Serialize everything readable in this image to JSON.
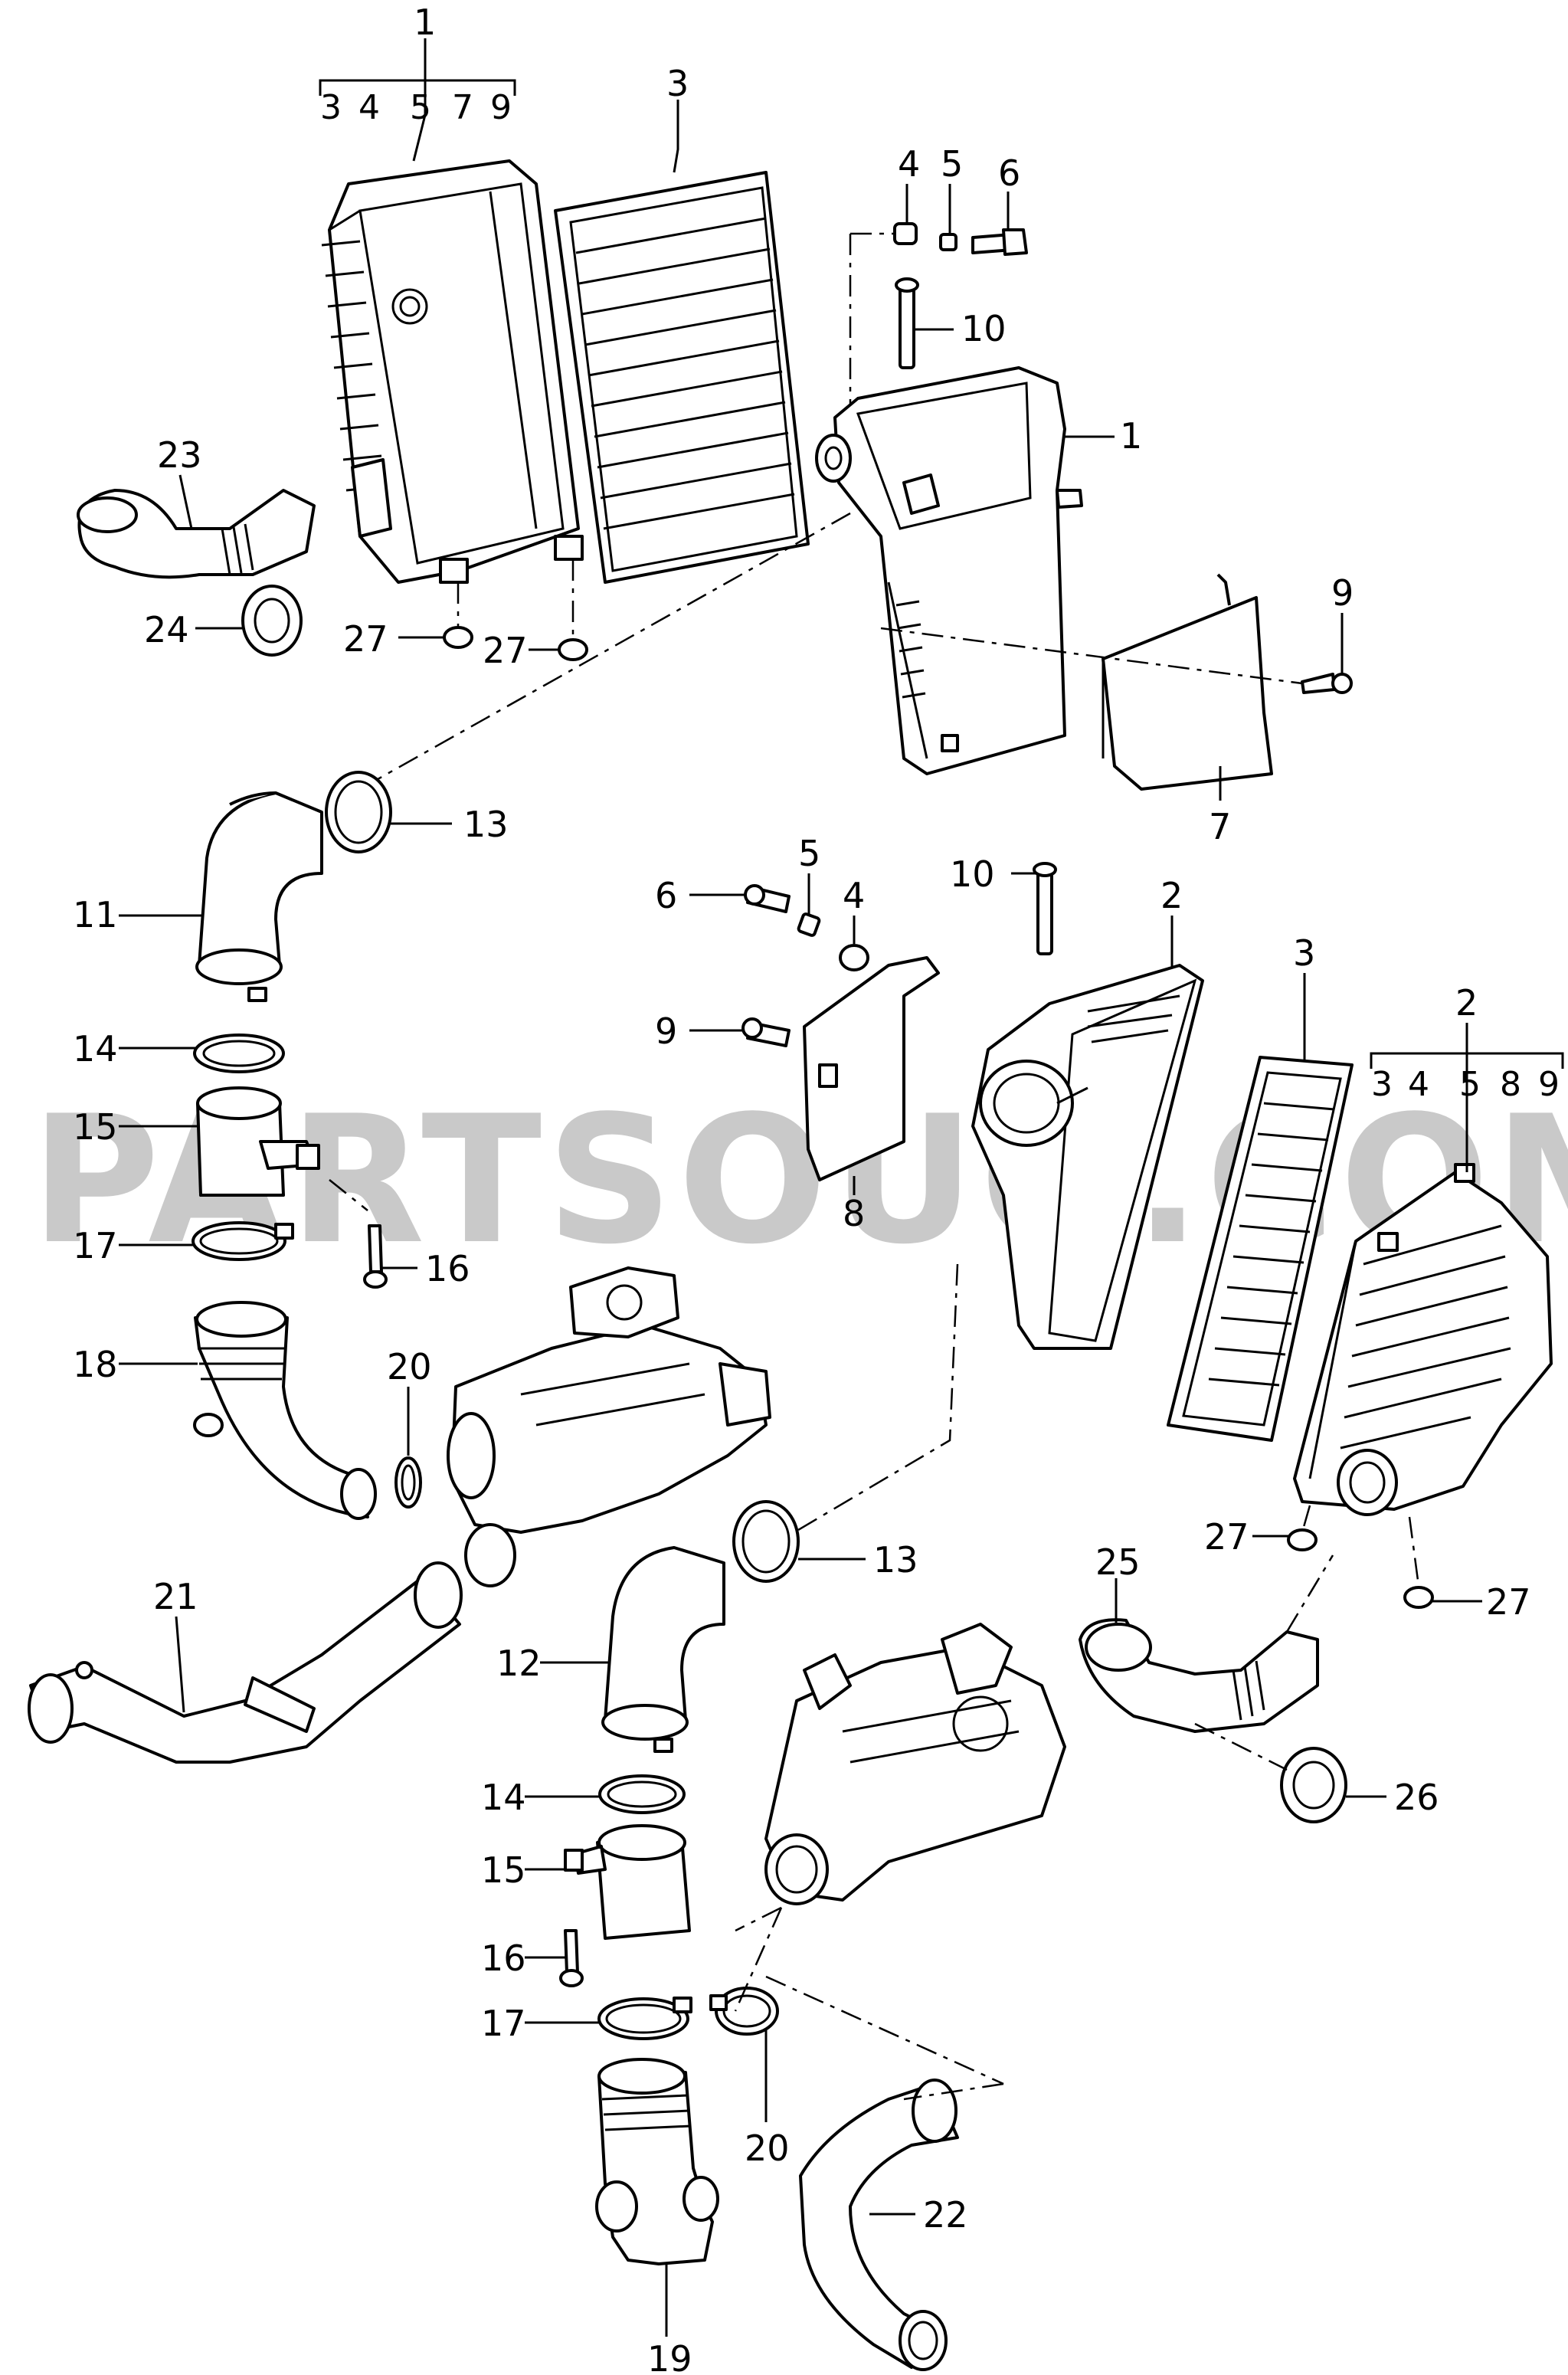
{
  "watermark": "PARTSOUQ.COM",
  "groups": {
    "g1": {
      "label": "1",
      "subs": [
        "3",
        "4",
        "5",
        "7",
        "9"
      ]
    },
    "g2": {
      "label": "2",
      "subs": [
        "3",
        "4",
        "5",
        "8",
        "9"
      ]
    }
  },
  "callouts": {
    "c3a": "3",
    "c4a": "4",
    "c5a": "5",
    "c6a": "6",
    "c10a": "10",
    "c1": "1",
    "c9a": "9",
    "c7": "7",
    "c23": "23",
    "c24": "24",
    "c27a": "27",
    "c27b": "27",
    "c13a": "13",
    "c11": "11",
    "c14a": "14",
    "c15a": "15",
    "c17a": "17",
    "c16a": "16",
    "c18": "18",
    "c20a": "20",
    "c21": "21",
    "c6b": "6",
    "c5b": "5",
    "c4b": "4",
    "c10b": "10",
    "c2": "2",
    "c3b": "3",
    "c9b": "9",
    "c8": "8",
    "c27c": "27",
    "c27d": "27",
    "c25": "25",
    "c26": "26",
    "c13b": "13",
    "c12": "12",
    "c14b": "14",
    "c15b": "15",
    "c16b": "16",
    "c17b": "17",
    "c20b": "20",
    "c19": "19",
    "c22": "22"
  }
}
